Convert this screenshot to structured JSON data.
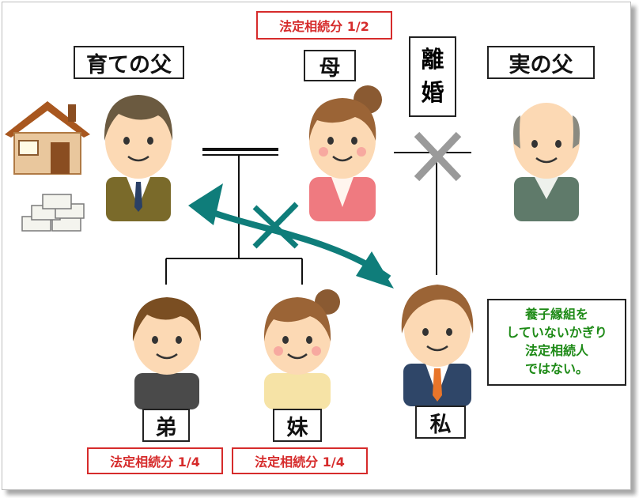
{
  "labels": {
    "foster_father": "育ての父",
    "mother": "母",
    "bio_father": "実の父",
    "brother": "弟",
    "sister": "妹",
    "me": "私"
  },
  "divorce": {
    "line1": "離",
    "line2": "婚"
  },
  "shares": {
    "mother": "法定相続分 1/2",
    "brother": "法定相続分 1/4",
    "sister": "法定相続分 1/4"
  },
  "note": {
    "line1": "養子縁組を",
    "line2": "していないかぎり",
    "line3": "法定相続人",
    "line4": "ではない。"
  },
  "colors": {
    "arrow": "#0f7d7a",
    "cross": "#9a9a9a",
    "share_border": "#d62b2b",
    "note_text": "#1d8a16"
  }
}
